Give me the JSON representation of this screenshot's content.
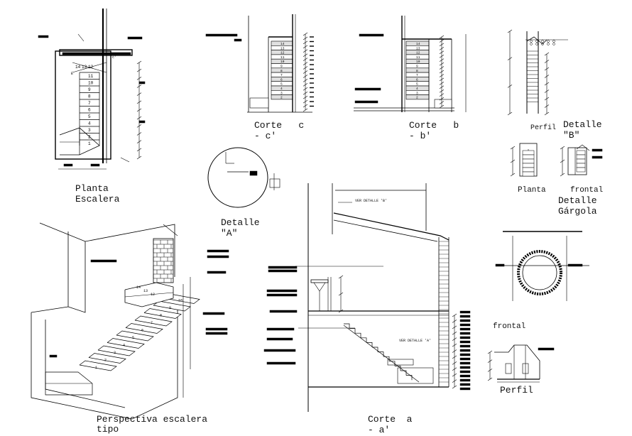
{
  "sheet": {
    "background": "#ffffff",
    "ink": "#000000",
    "labels": {
      "planta_escalera_1": "Planta",
      "planta_escalera_2": "Escalera",
      "perspectiva_1": "Perspectiva escalera",
      "perspectiva_2": "tipo",
      "corte_c_1": "Corte   c",
      "corte_c_2": "- c'",
      "corte_b_1": "Corte   b",
      "corte_b_2": "- b'",
      "detalle_a_1": "Detalle",
      "detalle_a_2": "\"A\"",
      "perfil_top": "Perfil",
      "detalle_b_1": "Detalle",
      "detalle_b_2": "\"B\"",
      "planta_small": "Planta",
      "frontal_small": "frontal",
      "detalle_gargola_1": "Detalle",
      "detalle_gargola_2": "Gárgola",
      "frontal_bottom": "frontal",
      "perfil_bottom": "Perfil",
      "corte_a_1": "Corte  a",
      "corte_a_2": "- a'",
      "ver_detalle_b": "VER DETALLE 'B'",
      "ver_detalle_a": "VER DETALLE 'A'"
    },
    "stair_numbers_plan": [
      "11",
      "10",
      "9",
      "8",
      "7",
      "6",
      "5",
      "4",
      "3",
      "2",
      "1"
    ],
    "stair_numbers_section": [
      "12",
      "11",
      "10",
      "9",
      "8",
      "7",
      "6",
      "5",
      "4",
      "3",
      "2",
      "1"
    ],
    "plan_top_marks": [
      "14",
      "13",
      "12"
    ],
    "plan_marks": [
      "a",
      "a'",
      "c",
      "c'",
      "b",
      "b'"
    ]
  }
}
